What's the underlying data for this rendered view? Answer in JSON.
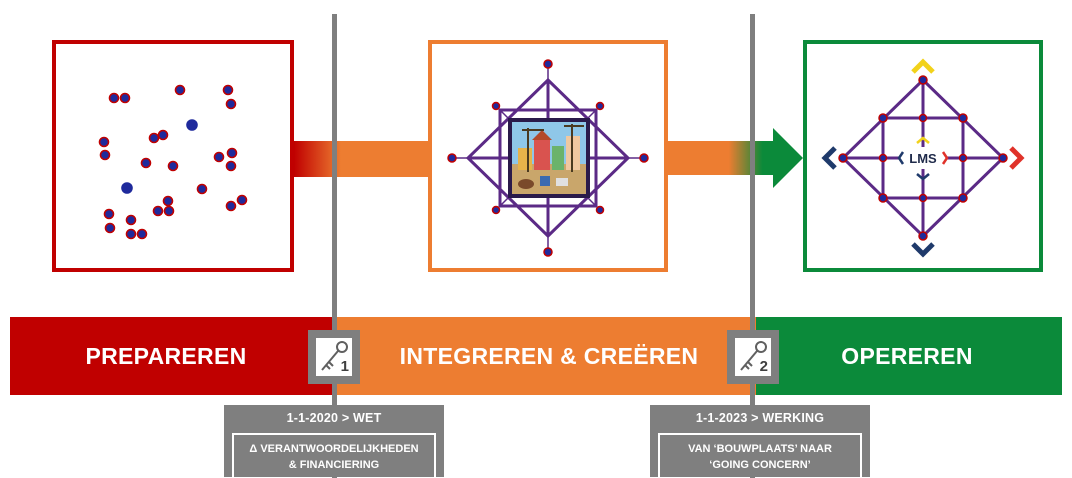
{
  "phases": [
    {
      "label": "PREPAREREN",
      "color": "#c00000"
    },
    {
      "label": "INTEGREREN & CREËREN",
      "color": "#ed7d31"
    },
    {
      "label": "OPEREREN",
      "color": "#0b8a3a"
    }
  ],
  "keys": [
    {
      "number": "1",
      "icon": "key-icon"
    },
    {
      "number": "2",
      "icon": "key-icon"
    }
  ],
  "milestones": [
    {
      "date": "1-1-2020 > WET",
      "description_line1": "Δ VERANTWOORDELIJKHEDEN",
      "description_line2": "& FINANCIERING"
    },
    {
      "date": "1-1-2023 > WERKING",
      "description_line1": "VAN ‘BOUWPLAATS’ NAAR",
      "description_line2": "‘GOING CONCERN’"
    }
  ],
  "center_logo": "LMS",
  "colors": {
    "purple": "#5b2a86",
    "dot": "#1f2a9c",
    "dot_outline": "#c00000",
    "grey": "#7f7f7f"
  }
}
